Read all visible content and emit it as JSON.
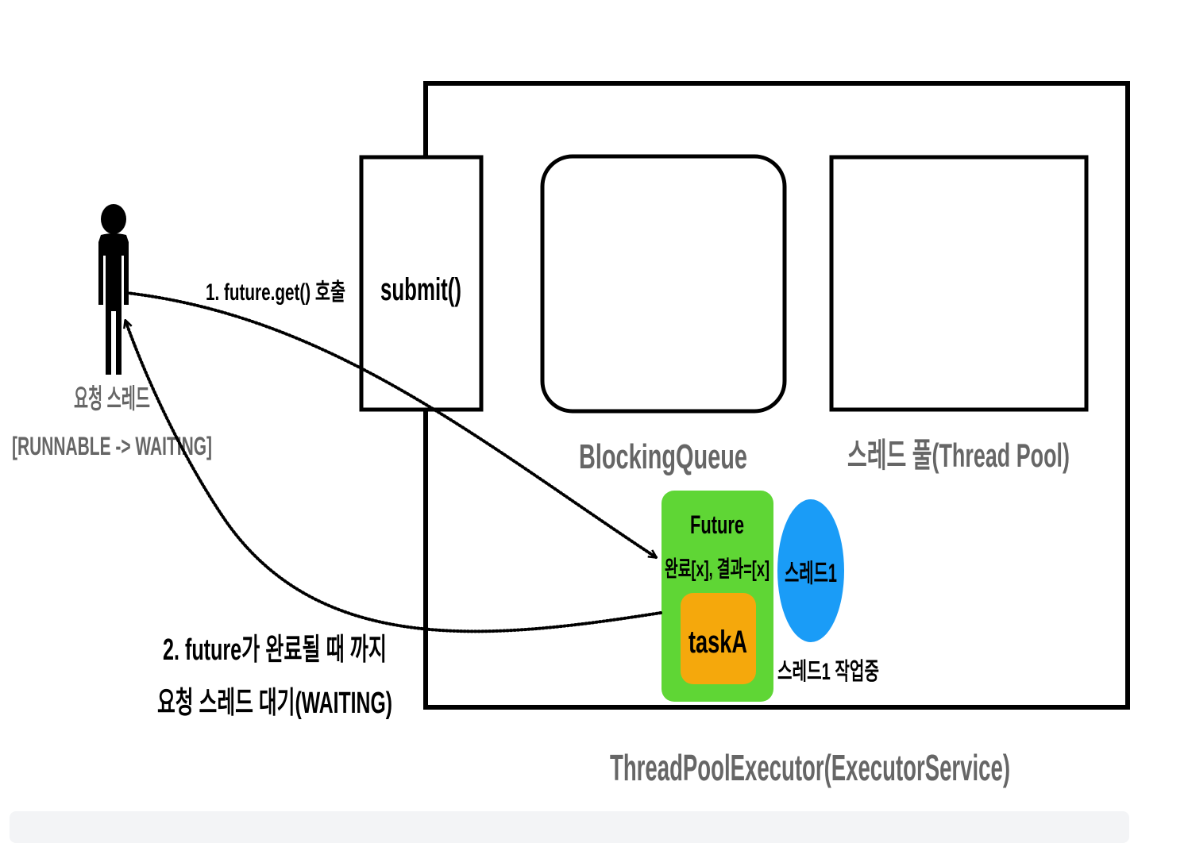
{
  "labels": {
    "actor_name": "요청 스레드",
    "actor_state": "[RUNNABLE -> WAITING]",
    "step1": "1. future.get() 호출",
    "step2_line1": "2. future가 완료될 때 까지",
    "step2_line2": "요청 스레드 대기(WAITING)",
    "submit": "submit()",
    "queue": "BlockingQueue",
    "thread_pool": "스레드 풀(Thread Pool)",
    "future_title": "Future",
    "future_state": "완료[x], 결과=[x]",
    "task": "taskA",
    "thread1": "스레드1",
    "thread1_status": "스레드1 작업중",
    "executor": "ThreadPoolExecutor(ExecutorService)"
  },
  "colors": {
    "future_fill": "#5fd635",
    "task_fill": "#f5a80c",
    "thread_fill": "#1a9cf7",
    "caption_gray": "#666666",
    "stroke": "#000000"
  }
}
